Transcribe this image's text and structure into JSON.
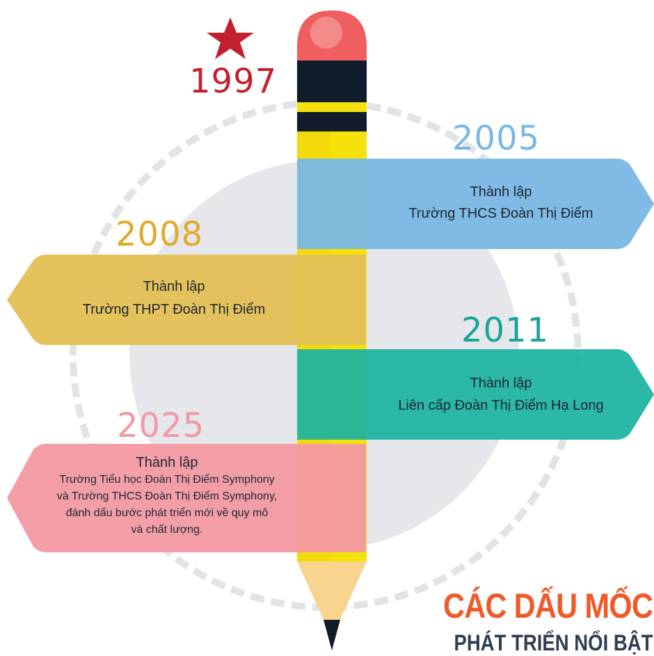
{
  "milestones": {
    "m1997": {
      "year": "1997",
      "color": "#c2202f"
    },
    "m2005": {
      "year": "2005",
      "line1": "Thành lập",
      "line2": "Trường THCS Đoàn Thị Điểm",
      "color": "#7ab8e3"
    },
    "m2008": {
      "year": "2008",
      "line1": "Thành lập",
      "line2": "Trường THPT Đoàn Thị Điểm",
      "color": "#e3c156",
      "year_color": "#e1aa2c"
    },
    "m2011": {
      "year": "2011",
      "line1": "Thành lập",
      "line2": "Liên cấp Đoàn Thị Điểm Hạ Long",
      "color": "#1bb3a0",
      "year_color": "#17a697"
    },
    "m2025": {
      "year": "2025",
      "line1": "Thành lập",
      "line2": "Trường Tiểu học Đoàn Thị Điểm Symphony",
      "line3": "và Trường THCS Đoàn Thị Điểm Symphony,",
      "line4": "đánh dấu bước phát triển mới về quy mô",
      "line5": "và chất lượng.",
      "color": "#f39aa3",
      "year_color": "#f19aa6"
    }
  },
  "title": {
    "line1": "CÁC DẤU MỐC",
    "line2": "PHÁT TRIỂN NỔI BẬT"
  },
  "icons": {
    "star": "star-icon",
    "pencil": "pencil-icon"
  }
}
